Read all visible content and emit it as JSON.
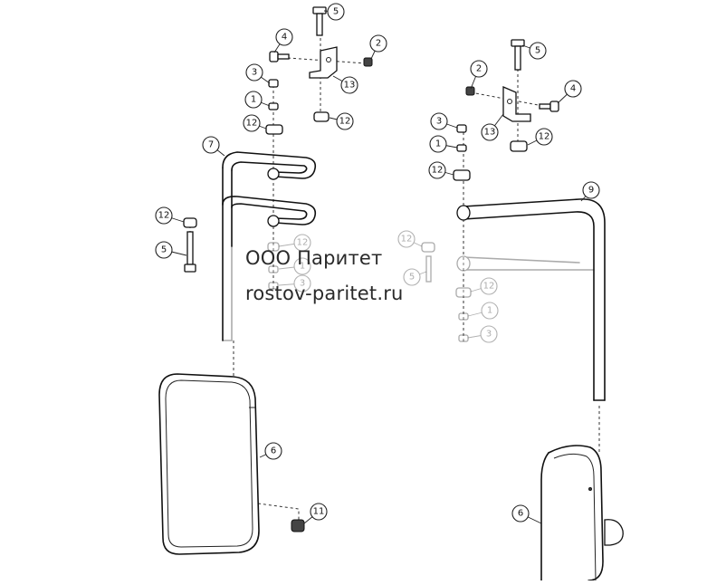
{
  "watermark": {
    "company": "ООО Паритет",
    "website": "rostov-paritet.ru"
  },
  "callouts": [
    "5",
    "4",
    "2",
    "3",
    "13",
    "1",
    "12",
    "12",
    "7",
    "12",
    "5",
    "12",
    "1",
    "3",
    "2",
    "4",
    "5",
    "13",
    "3",
    "12",
    "1",
    "12",
    "9",
    "12",
    "5",
    "12",
    "1",
    "3",
    "6",
    "11",
    "6"
  ]
}
